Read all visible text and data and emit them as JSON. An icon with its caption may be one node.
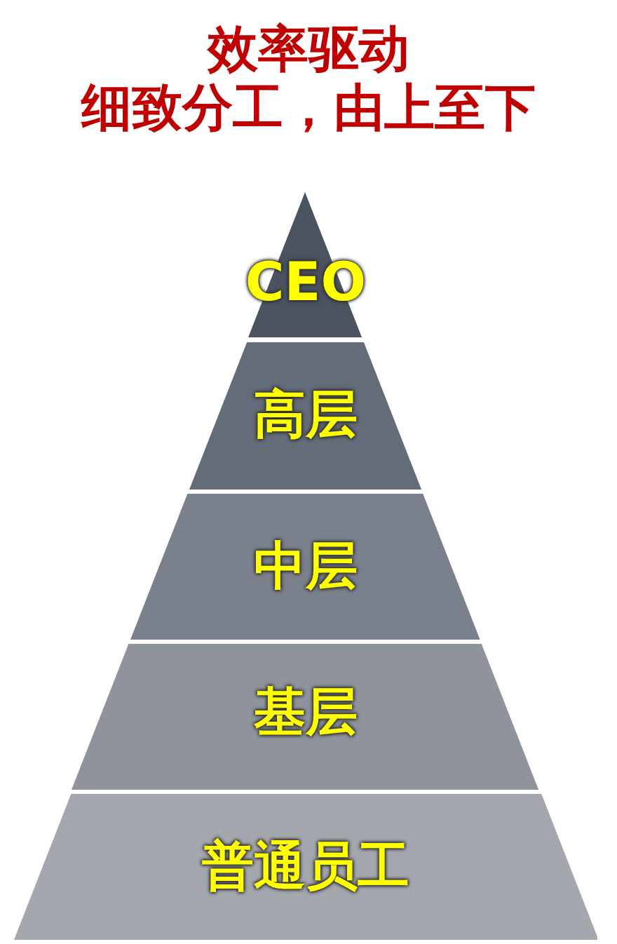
{
  "diagram": {
    "title": "效率驱动",
    "nodes": [
      {
        "text": [
          "CEO"
        ]
      },
      {
        "text": [
          "高层"
        ]
      },
      {
        "text": [
          "中层"
        ]
      },
      {
        "text": [
          "基层"
        ]
      },
      {
        "text": [
          "普通员工"
        ]
      }
    ],
    "labels": [
      "细致分工，由上至下"
    ]
  }
}
